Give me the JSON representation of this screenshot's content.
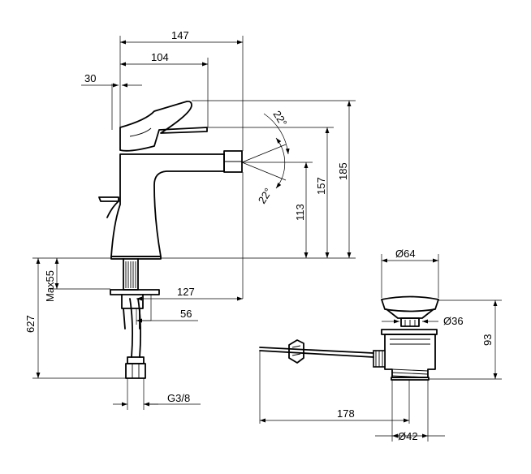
{
  "dimensions": {
    "d147": "147",
    "d104": "104",
    "d30": "30",
    "d22a": "22°",
    "d22b": "22°",
    "d185": "185",
    "d157": "157",
    "d113": "113",
    "dmax55": "Max55",
    "d627": "627",
    "d127": "127",
    "d56": "56",
    "dg38": "G3/8",
    "d64": "Ø64",
    "d36": "Ø36",
    "d93": "93",
    "d178": "178",
    "d42": "Ø42"
  }
}
